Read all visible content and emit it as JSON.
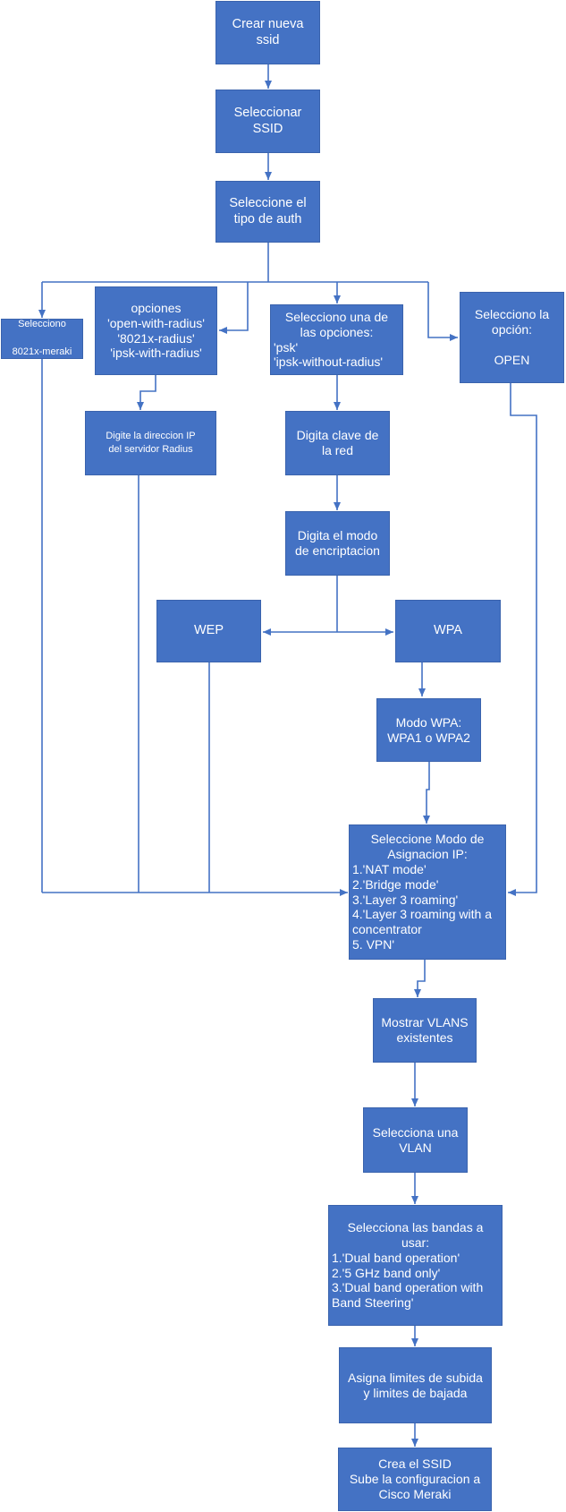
{
  "flowchart": {
    "crear": "Crear nueva\nssid",
    "seleccionar_ssid": "Seleccionar\nSSID",
    "tipo_auth": "Seleccione el\ntipo de auth",
    "meraki": "Selecciono\n\n8021x-meraki",
    "radius_options": "opciones\n'open-with-radius'\n'8021x-radius'\n'ipsk-with-radius'",
    "psk_head": "Selecciono una de\nlas opciones:",
    "psk_list": "'psk'\n'ipsk-without-radius'",
    "open": "Selecciono la\nopción:\n\nOPEN",
    "radius_ip": "Digite la direccion IP\ndel servidor Radius",
    "clave": "Digita clave de\nla red",
    "encriptacion": "Digita el modo\nde encriptacion",
    "wep": "WEP",
    "wpa": "WPA",
    "modo_wpa": "Modo WPA:\nWPA1 o WPA2",
    "asignacion_head": "Seleccione Modo de\nAsignacion IP:",
    "asignacion_list": "1.'NAT mode'\n2.'Bridge mode'\n3.'Layer 3 roaming'\n4.'Layer 3 roaming with a\nconcentrator\n5. VPN'",
    "vlans": "Mostrar VLANS\nexistentes",
    "vlan": "Selecciona una\nVLAN",
    "bandas_head": "Selecciona las bandas a\nusar:",
    "bandas_list": "1.'Dual band operation'\n2.'5 GHz band only'\n3.'Dual band operation with\nBand Steering'",
    "limites": "Asigna limites de subida\ny limites de bajada",
    "crea": "Crea el SSID\nSube la configuracion a\nCisco Meraki"
  },
  "colors": {
    "box_fill": "#4472c4",
    "line": "#4472c4",
    "text": "#ffffff"
  }
}
